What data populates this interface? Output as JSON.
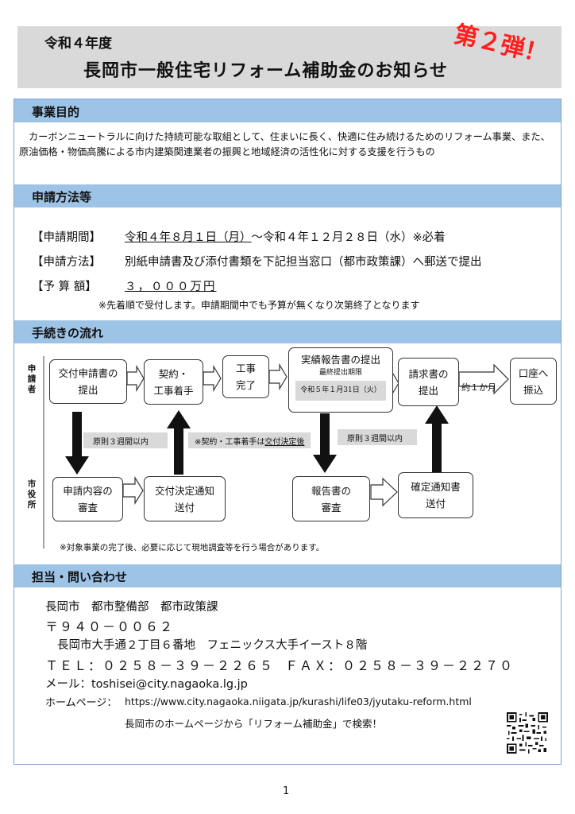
{
  "header": {
    "year": "令和４年度",
    "title": "長岡市一般住宅リフォーム補助金のお知らせ",
    "stamp": "第２弾！"
  },
  "purpose": {
    "heading": "事業目的",
    "body": "カーボンニュートラルに向けた持続可能な取組として、住まいに長く、快適に住み続けるためのリフォーム事業、また、原油価格・物価高騰による市内建築関連業者の振興と地域経済の活性化に対する支援を行うもの"
  },
  "application": {
    "heading": "申請方法等",
    "period_label": "【申請期間】",
    "period_start": "令和４年８月１日（月）",
    "period_rest": "～令和４年１２月２８日（水）※必着",
    "method_label": "【申請方法】",
    "method_value": "別紙申請書及び添付書類を下記担当窓口（都市政策課）へ郵送で提出",
    "budget_label": "【予 算 額】",
    "budget_value": "３，０００万円",
    "note": "※先着順で受付します。申請期間中でも予算が無くなり次第終了となります"
  },
  "flow": {
    "heading": "手続きの流れ",
    "actor_applicant": "申請者",
    "actor_city": "市役所",
    "box_grant_application": [
      "交付申請書の",
      "提出"
    ],
    "box_contract": [
      "契約・",
      "工事着手"
    ],
    "box_completion": [
      "工事",
      "完了"
    ],
    "box_report": "実績報告書の提出",
    "box_report_deadline_label": "最終提出期限",
    "box_report_deadline": "令和５年１月31日（火）",
    "box_invoice": [
      "請求書の",
      "提出"
    ],
    "label_one_month": "約１か月",
    "box_transfer": [
      "口座へ",
      "振込"
    ],
    "box_review": [
      "申請内容の",
      "審査"
    ],
    "box_decision": [
      "交付決定通知",
      "送付"
    ],
    "box_report_review": [
      "報告書の",
      "審査"
    ],
    "box_confirm": [
      "確定通知書",
      "送付"
    ],
    "label_three_weeks_1": "原則３週間以内",
    "label_contract_note_prefix": "※契約・工事着手は",
    "label_contract_note_link": "交付決定後",
    "label_three_weeks_2": "原則３週間以内",
    "note": "※対象事業の完了後、必要に応じて現地調査等を行う場合があります。"
  },
  "contact": {
    "heading": "担当・問い合わせ",
    "org": "長岡市　都市整備部　都市政策課",
    "postal": "〒９４０－００６２",
    "address": "長岡市大手通２丁目６番地　フェニックス大手イースト８階",
    "tel": "ＴＥＬ：０２５８－３９－２２６５",
    "fax": "ＦＡＸ：０２５８－３９－２２７０",
    "mail": "メール：toshisei@city.nagaoka.lg.jp",
    "homepage_label": "ホームページ：",
    "homepage_url": "https://www.city.nagaoka.niigata.jp/kurashi/life03/jyutaku-reform.html",
    "search_hint": "長岡市のホームページから「リフォーム補助金」で検索！"
  },
  "page_number": "1"
}
